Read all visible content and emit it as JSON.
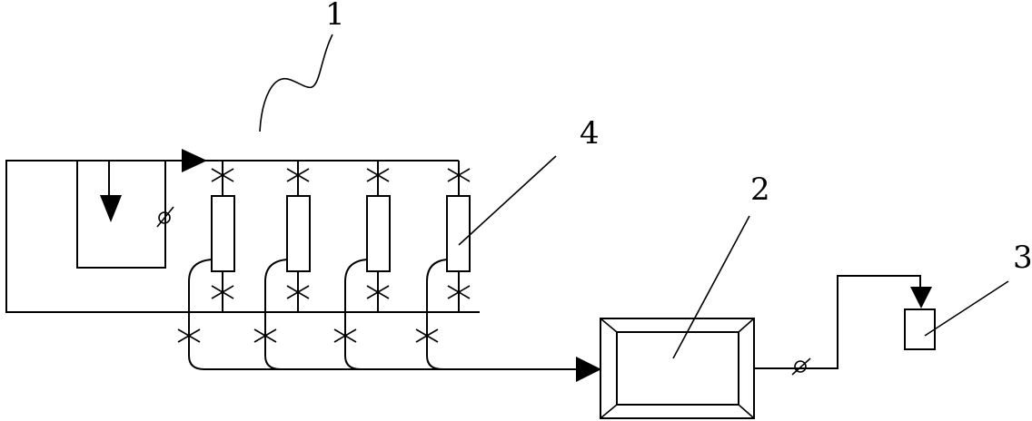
{
  "labels": {
    "loop": "1",
    "tank": "2",
    "collector": "3",
    "column": "4"
  },
  "colors": {
    "line": "#000000",
    "background": "#ffffff"
  }
}
